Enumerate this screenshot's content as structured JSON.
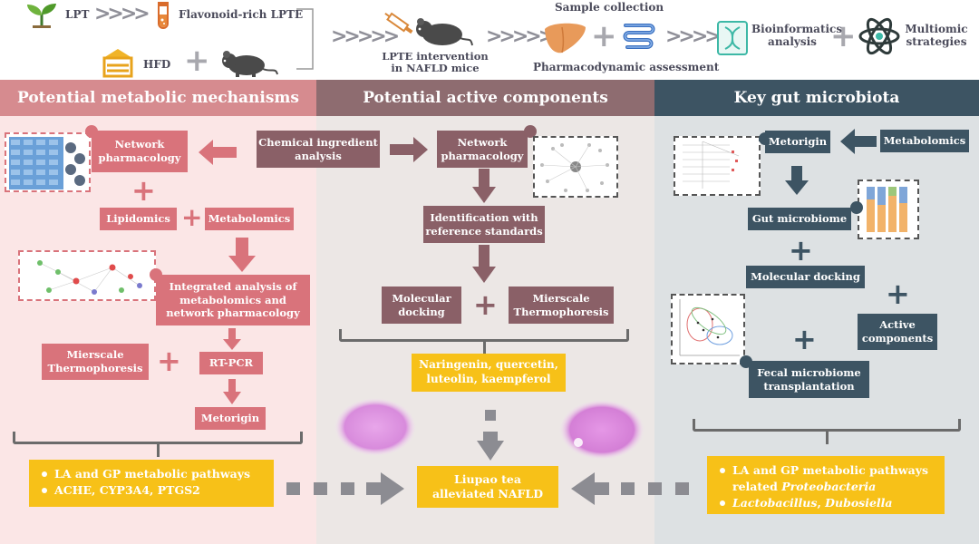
{
  "top": {
    "lpt": "LPT",
    "flavonoid": "Flavonoid-rich LPTE",
    "hfd": "HFD",
    "intervention": "LPTE intervention in NAFLD mice",
    "sample_collection": "Sample collection",
    "pharmacodynamic": "Pharmacodynamic assessment",
    "bioinformatics": "Bioinformatics analysis",
    "multiomic": "Multiomic strategies"
  },
  "panels": {
    "left": {
      "header": "Potential metabolic mechanisms",
      "network_pharmacology": "Network pharmacology",
      "lipidomics": "Lipidomics",
      "metabolomics": "Metabolomics",
      "integrated": "Integrated analysis of metabolomics and network pharmacology",
      "mst": "Mierscale Thermophoresis",
      "rtpcr": "RT-PCR",
      "metorigin": "Metorigin",
      "result_items": [
        "LA and GP metabolic pathways",
        "ACHE, CYP3A4, PTGS2"
      ]
    },
    "middle": {
      "header": "Potential active components",
      "chemical": "Chemical ingredient analysis",
      "network_pharmacology": "Network pharmacology",
      "identification": "Identification with reference standards",
      "docking": "Molecular docking",
      "mst": "Mierscale Thermophoresis",
      "compounds": "Naringenin, quercetin, luteolin, kaempferol",
      "conclusion": "Liupao tea alleviated NAFLD"
    },
    "right": {
      "header": "Key gut microbiota",
      "metorigin": "Metorigin",
      "metabolomics": "Metabolomics",
      "gut_microbiome": "Gut microbiome",
      "docking": "Molecular docking",
      "active": "Active components",
      "fmt": "Fecal microbiome transplantation",
      "result_items": [
        "LA and GP metabolic pathways related Proteobacteria",
        "Lactobacillus, Dubosiella"
      ]
    }
  },
  "colors": {
    "pink_box": "#d9737b",
    "brown_box": "#8a6067",
    "slate_box": "#3d5463",
    "yellow_box": "#f7c118",
    "left_bg": "#fbe6e6",
    "middle_bg": "#ece7e5",
    "right_bg": "#dde1e3"
  },
  "icons": [
    "sprout-icon",
    "test-tube-icon",
    "food-box-icon",
    "mouse-icon",
    "syringe-mouse-icon",
    "liver-icon",
    "intestine-icon",
    "dna-icon",
    "atom-icon",
    "histology-image"
  ]
}
